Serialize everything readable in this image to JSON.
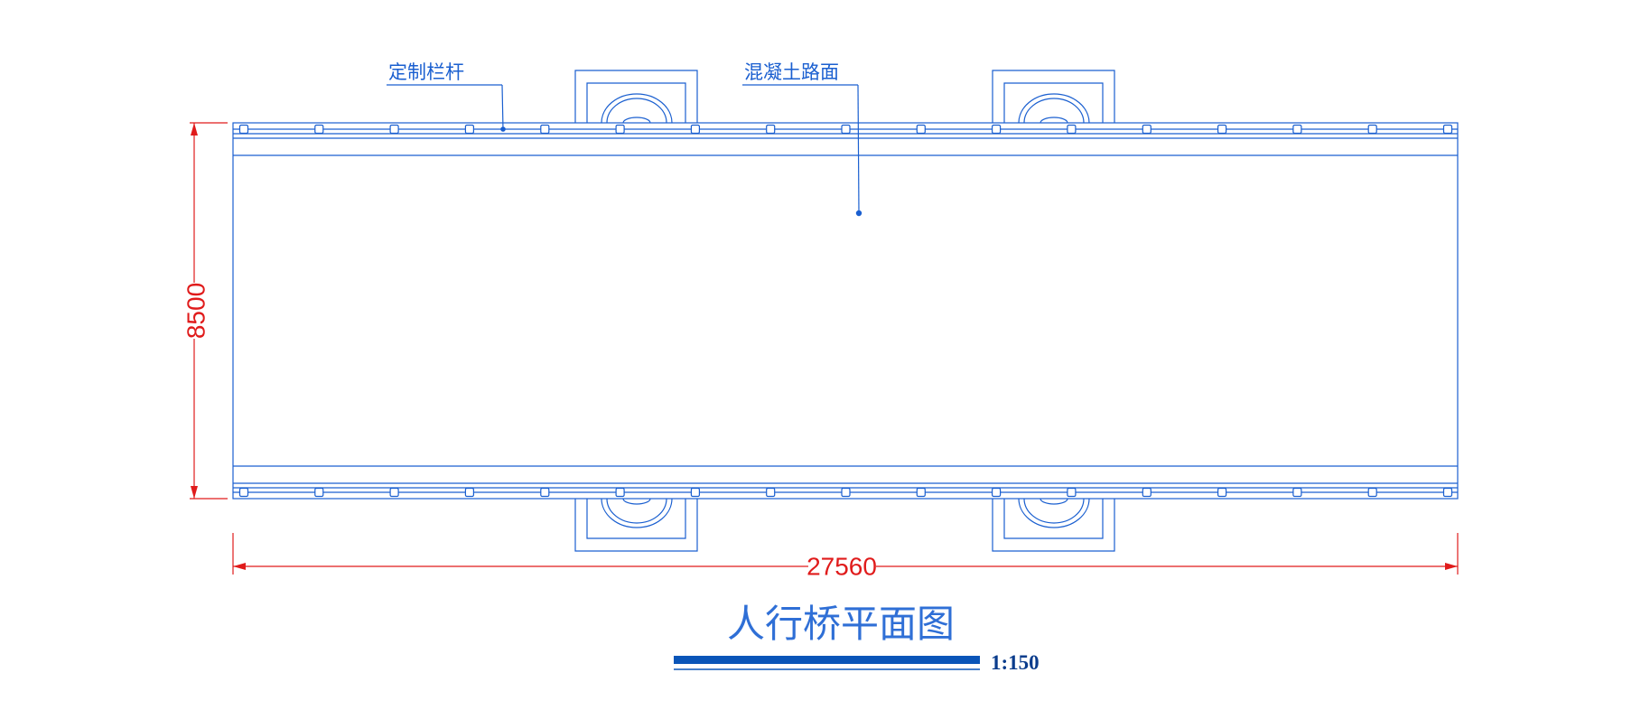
{
  "drawing": {
    "labels": {
      "railing": "定制栏杆",
      "pavement": "混凝土路面"
    },
    "dimensions": {
      "width": "8500",
      "length": "27560"
    },
    "title": "人行桥平面图",
    "scale": "1:150"
  },
  "colors": {
    "structure": "#1a5fd0",
    "dimension": "#e01b1b",
    "title": "#2f6fd6",
    "scale_bar": "#0a55b8",
    "scale_text": "#0a3c8c"
  }
}
